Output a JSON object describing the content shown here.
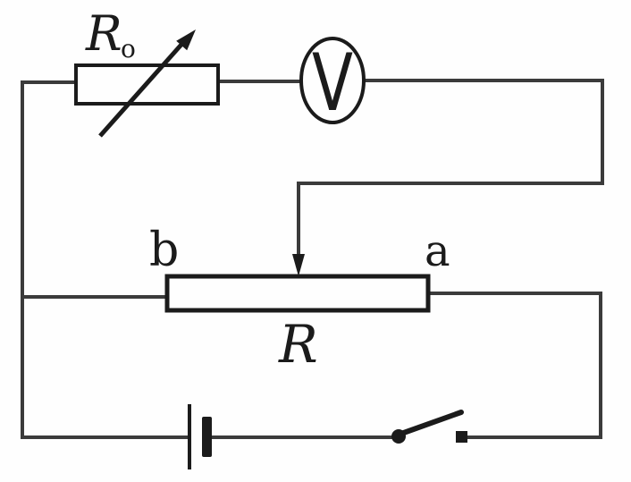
{
  "labels": {
    "protect_resistor_main": "R",
    "protect_resistor_sub": "o",
    "voltmeter": "V",
    "terminal_b": "b",
    "terminal_a": "a",
    "potentiometer": "R"
  },
  "colors": {
    "wire": "#3b3b3b",
    "component": "#1b1b1b",
    "background": "#fefefe"
  }
}
